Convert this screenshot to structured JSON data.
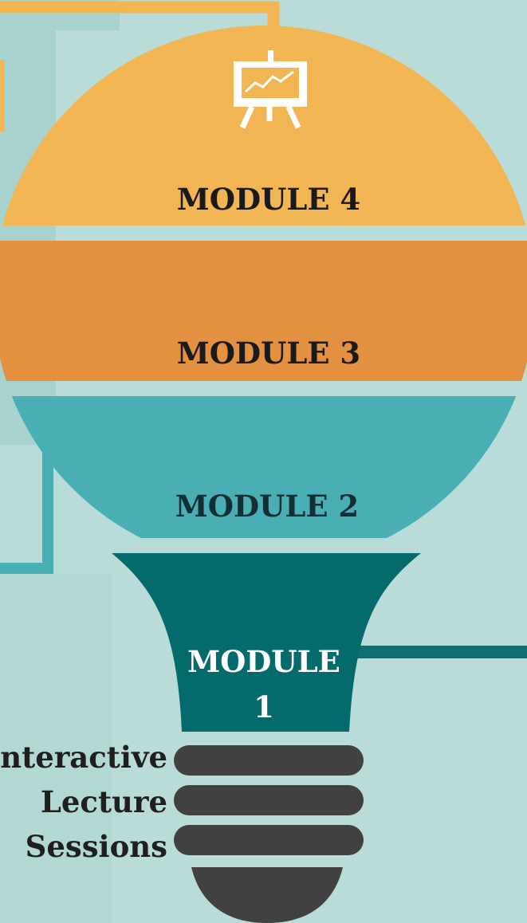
{
  "modules": {
    "m4": "MODULE 4",
    "m3": "MODULE 3",
    "m2": "MODULE 2",
    "m1_line1": "MODULE",
    "m1_line2": "1"
  },
  "side_text": {
    "line1": "nteractive",
    "line2": "Lecture",
    "line3": "Sessions"
  },
  "icons": {
    "top": "presentation-easel-icon"
  },
  "colors": {
    "background": "#b9dcd8",
    "module4": "#f1b554",
    "module3": "#e39140",
    "module2": "#4aafb5",
    "module1": "#056a6c",
    "base": "#414141",
    "orange_line": "#f1b554",
    "teal_line": "#0e6e72"
  }
}
